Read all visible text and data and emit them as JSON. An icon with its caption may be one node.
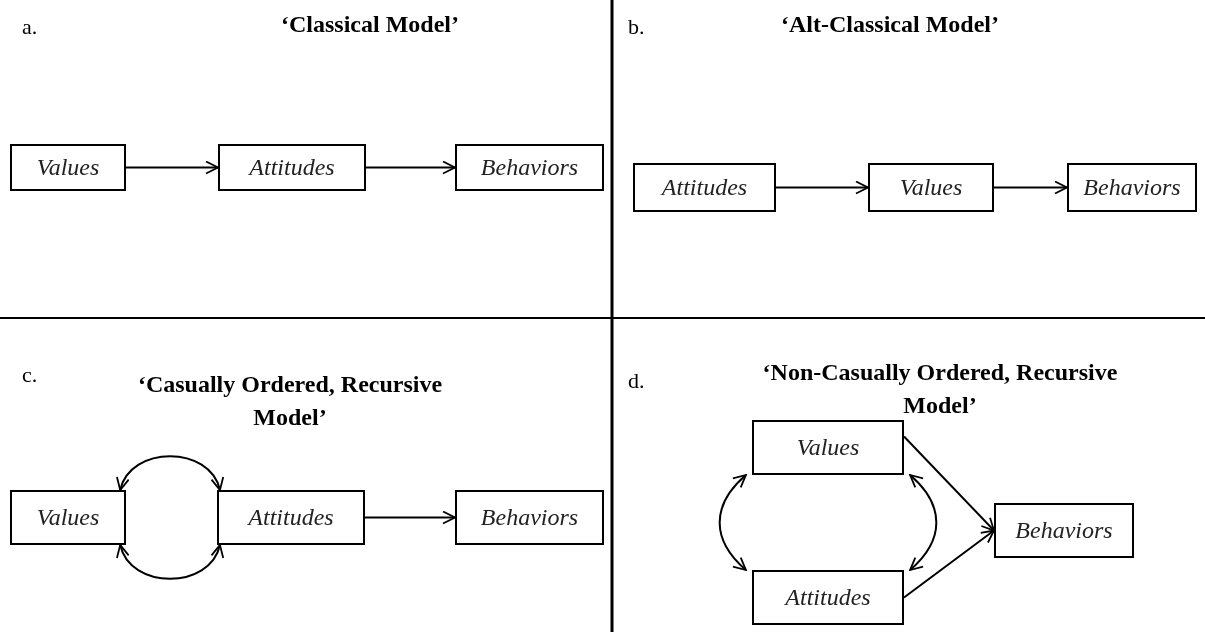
{
  "diagram": {
    "nodes": [
      {
        "text": [
          "Values"
        ]
      },
      {
        "text": [
          "Attitudes"
        ]
      },
      {
        "text": [
          "Behaviors"
        ]
      },
      {
        "text": [
          "Attitudes"
        ]
      },
      {
        "text": [
          "Values"
        ]
      },
      {
        "text": [
          "Behaviors"
        ]
      },
      {
        "text": [
          "Values"
        ]
      },
      {
        "text": [
          "Attitudes"
        ]
      },
      {
        "text": [
          "Behaviors"
        ]
      },
      {
        "text": [
          "Values"
        ]
      },
      {
        "text": [
          "Behaviors"
        ]
      },
      {
        "text": [
          "Attitudes"
        ]
      }
    ],
    "edges": [
      {
        "from": 0,
        "to": 1,
        "arrow": "to"
      },
      {
        "from": 1,
        "to": 2,
        "arrow": "to"
      },
      {
        "from": 3,
        "to": 4,
        "arrow": "to"
      },
      {
        "from": 4,
        "to": 5,
        "arrow": "to"
      },
      {
        "from": 6,
        "to": 7,
        "arrow": "both"
      },
      {
        "from": 6,
        "to": 7,
        "arrow": "both"
      },
      {
        "from": 7,
        "to": 8,
        "arrow": "to"
      },
      {
        "from": 9,
        "to": 11,
        "arrow": "both"
      },
      {
        "from": 9,
        "to": 11,
        "arrow": "both"
      },
      {
        "from": 9,
        "to": 10,
        "arrow": "to"
      },
      {
        "from": 11,
        "to": 10,
        "arrow": "to"
      }
    ],
    "labels": [
      "a.",
      "‘Classical Model’",
      "b.",
      "‘Alt-Classical Model’",
      "c.",
      "‘Casually Ordered, Recursive Model’",
      "d.",
      "‘Non-Casually Ordered, Recursive Model’"
    ]
  }
}
